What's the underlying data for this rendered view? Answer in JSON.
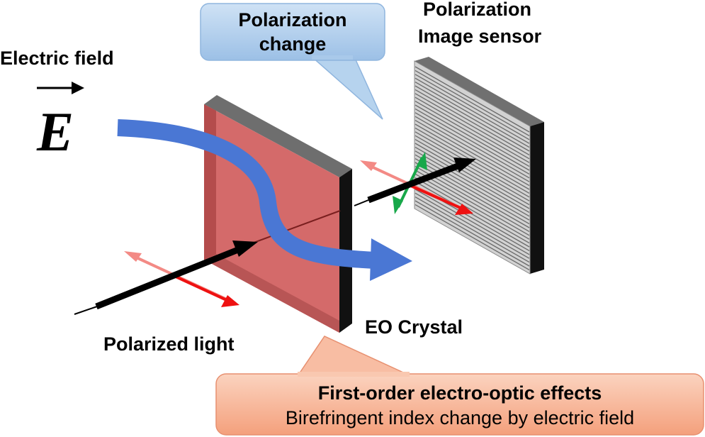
{
  "labels": {
    "electric_field": "Electric field",
    "field_symbol": "E",
    "polarized_light": "Polarized light",
    "eo_crystal": "EO Crystal",
    "sensor_line1": "Polarization",
    "sensor_line2": "Image sensor"
  },
  "callouts": {
    "polarization_change": {
      "line1": "Polarization",
      "line2": "change"
    },
    "effects": {
      "title": "First-order electro-optic effects",
      "subtitle": "Birefringent index change by electric field"
    }
  },
  "colors": {
    "crystal_face": "#d46a6a",
    "crystal_edge_top": "#6e6e6e",
    "crystal_edge_side": "#111111",
    "sensor_face": "#cfcfcf",
    "field_arrow": "#4a77d4",
    "light_beam": "#000000",
    "pol_red": "#ee1111",
    "pol_pink": "#f38a85",
    "pol_green": "#18a84a",
    "callout_blue": "#a8caea",
    "callout_orange": "#f6aa88"
  }
}
